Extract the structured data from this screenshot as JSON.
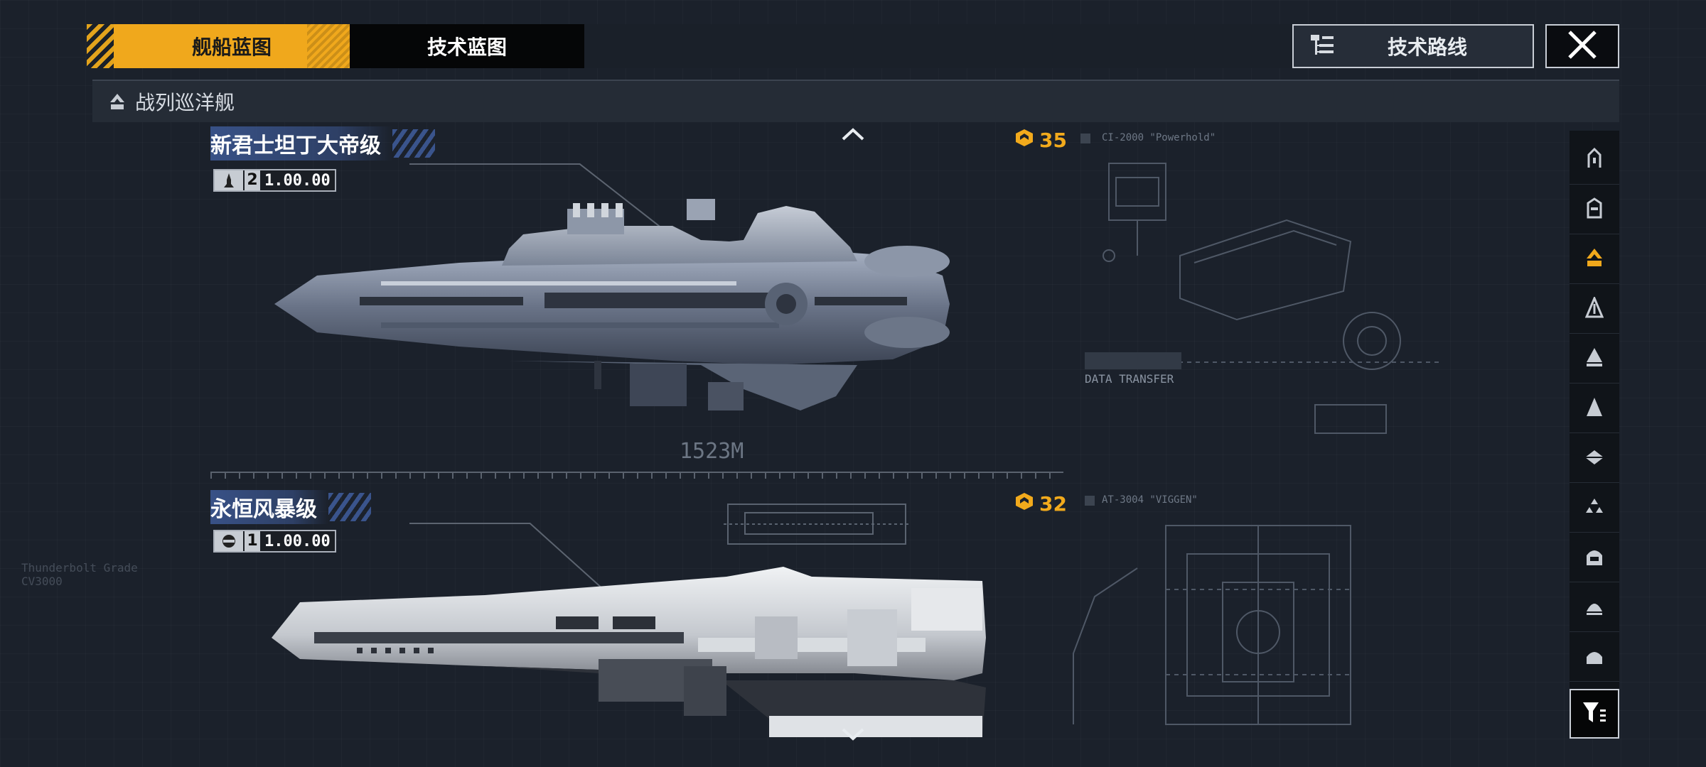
{
  "tabs": {
    "ship_blueprint": "舰船蓝图",
    "tech_blueprint": "技术蓝图"
  },
  "tech_route": {
    "label": "技术路线"
  },
  "category": {
    "label": "战列巡洋舰"
  },
  "ships": [
    {
      "name": "新君士坦丁大帝级",
      "badge_count": "2",
      "badge_value": "1.00.00",
      "cost": "35",
      "length": "1523M",
      "schematic_label": "DATA TRANSFER",
      "schematic_tag": "CI-2000 \"Powerhold\""
    },
    {
      "name": "永恒风暴级",
      "badge_count": "1",
      "badge_value": "1.00.00",
      "cost": "32",
      "schematic_tag": "AT-3004 \"VIGGEN\""
    }
  ],
  "sidebar_icons": [
    "ship-class-1-icon",
    "ship-class-2-icon",
    "battlecruiser-icon",
    "ship-class-4-icon",
    "ship-class-5-icon",
    "ship-class-6-icon",
    "ship-class-7-icon",
    "ship-class-8-icon",
    "ship-class-9-icon",
    "ship-class-10-icon",
    "ship-class-11-icon"
  ],
  "colors": {
    "accent": "#f0a81c",
    "selected_icon": "#f0a81c",
    "name_band": "#3a548c",
    "background": "#1b212b"
  }
}
